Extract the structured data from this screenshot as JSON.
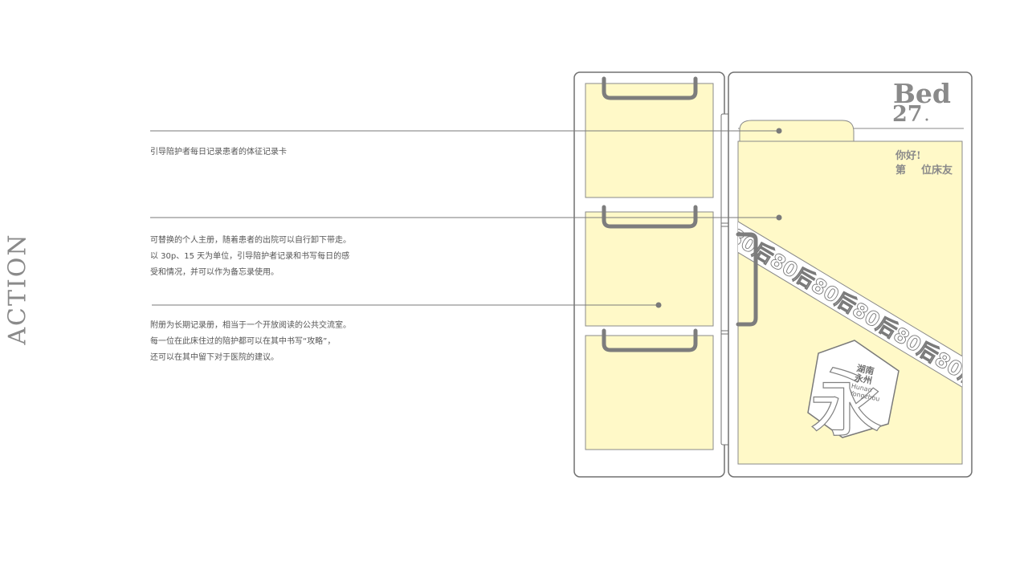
{
  "section_title": "ACTION",
  "annotations": [
    {
      "lines": [
        "引导陪护者每日记录患者的体征记录卡"
      ]
    },
    {
      "lines": [
        "可替换的个人主册，随着患者的出院可以自行卸下带走。",
        "以 30p、15 天为单位，引导陪护者记录和书写每日的感",
        "受和情况，并可以作为备忘录使用。"
      ]
    },
    {
      "lines": [
        "附册为长期记录册，相当于一个开放阅读的公共交流室。",
        "每一位在此床住过的陪护都可以在其中书写“攻略”，",
        "还可以在其中留下对于医院的建议。"
      ]
    }
  ],
  "cover": {
    "bed_word": "Bed",
    "bed_number": "27",
    "greeting": "你好!",
    "order_prefix": "第",
    "order_suffix": "位床友",
    "ribbon_text": "80后80后80后80后80后80后80后80",
    "stamp_glyph": "永",
    "stamp_cn": [
      "湖南",
      "永州"
    ],
    "stamp_en": [
      "Hunan",
      "Yongzhou"
    ]
  },
  "colors": {
    "line": "#7a7a7a",
    "paper": "#fff9c8",
    "frame": "#707070"
  }
}
